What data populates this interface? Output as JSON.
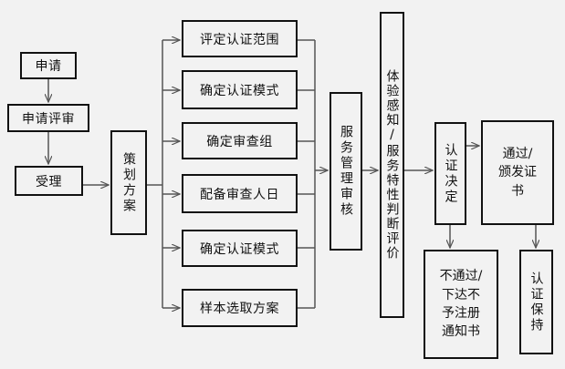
{
  "nodes": {
    "apply": "申请",
    "apply_review": "申请评审",
    "accept": "受理",
    "plan": "策划方案",
    "scope": "评定认证范围",
    "mode1": "确定认证模式",
    "team": "确定审查组",
    "days": "配备审查人日",
    "mode2": "确定认证模式",
    "sampling": "样本选取方案",
    "service_mgmt": "服务管理审核",
    "experience": "体验感知/服务特性判断评价",
    "decision": "认证决定",
    "pass": "通过/\n颁发证\n书",
    "fail": "不通过/\n下达不\n予注册\n通知书",
    "maintain": "认证保持"
  }
}
